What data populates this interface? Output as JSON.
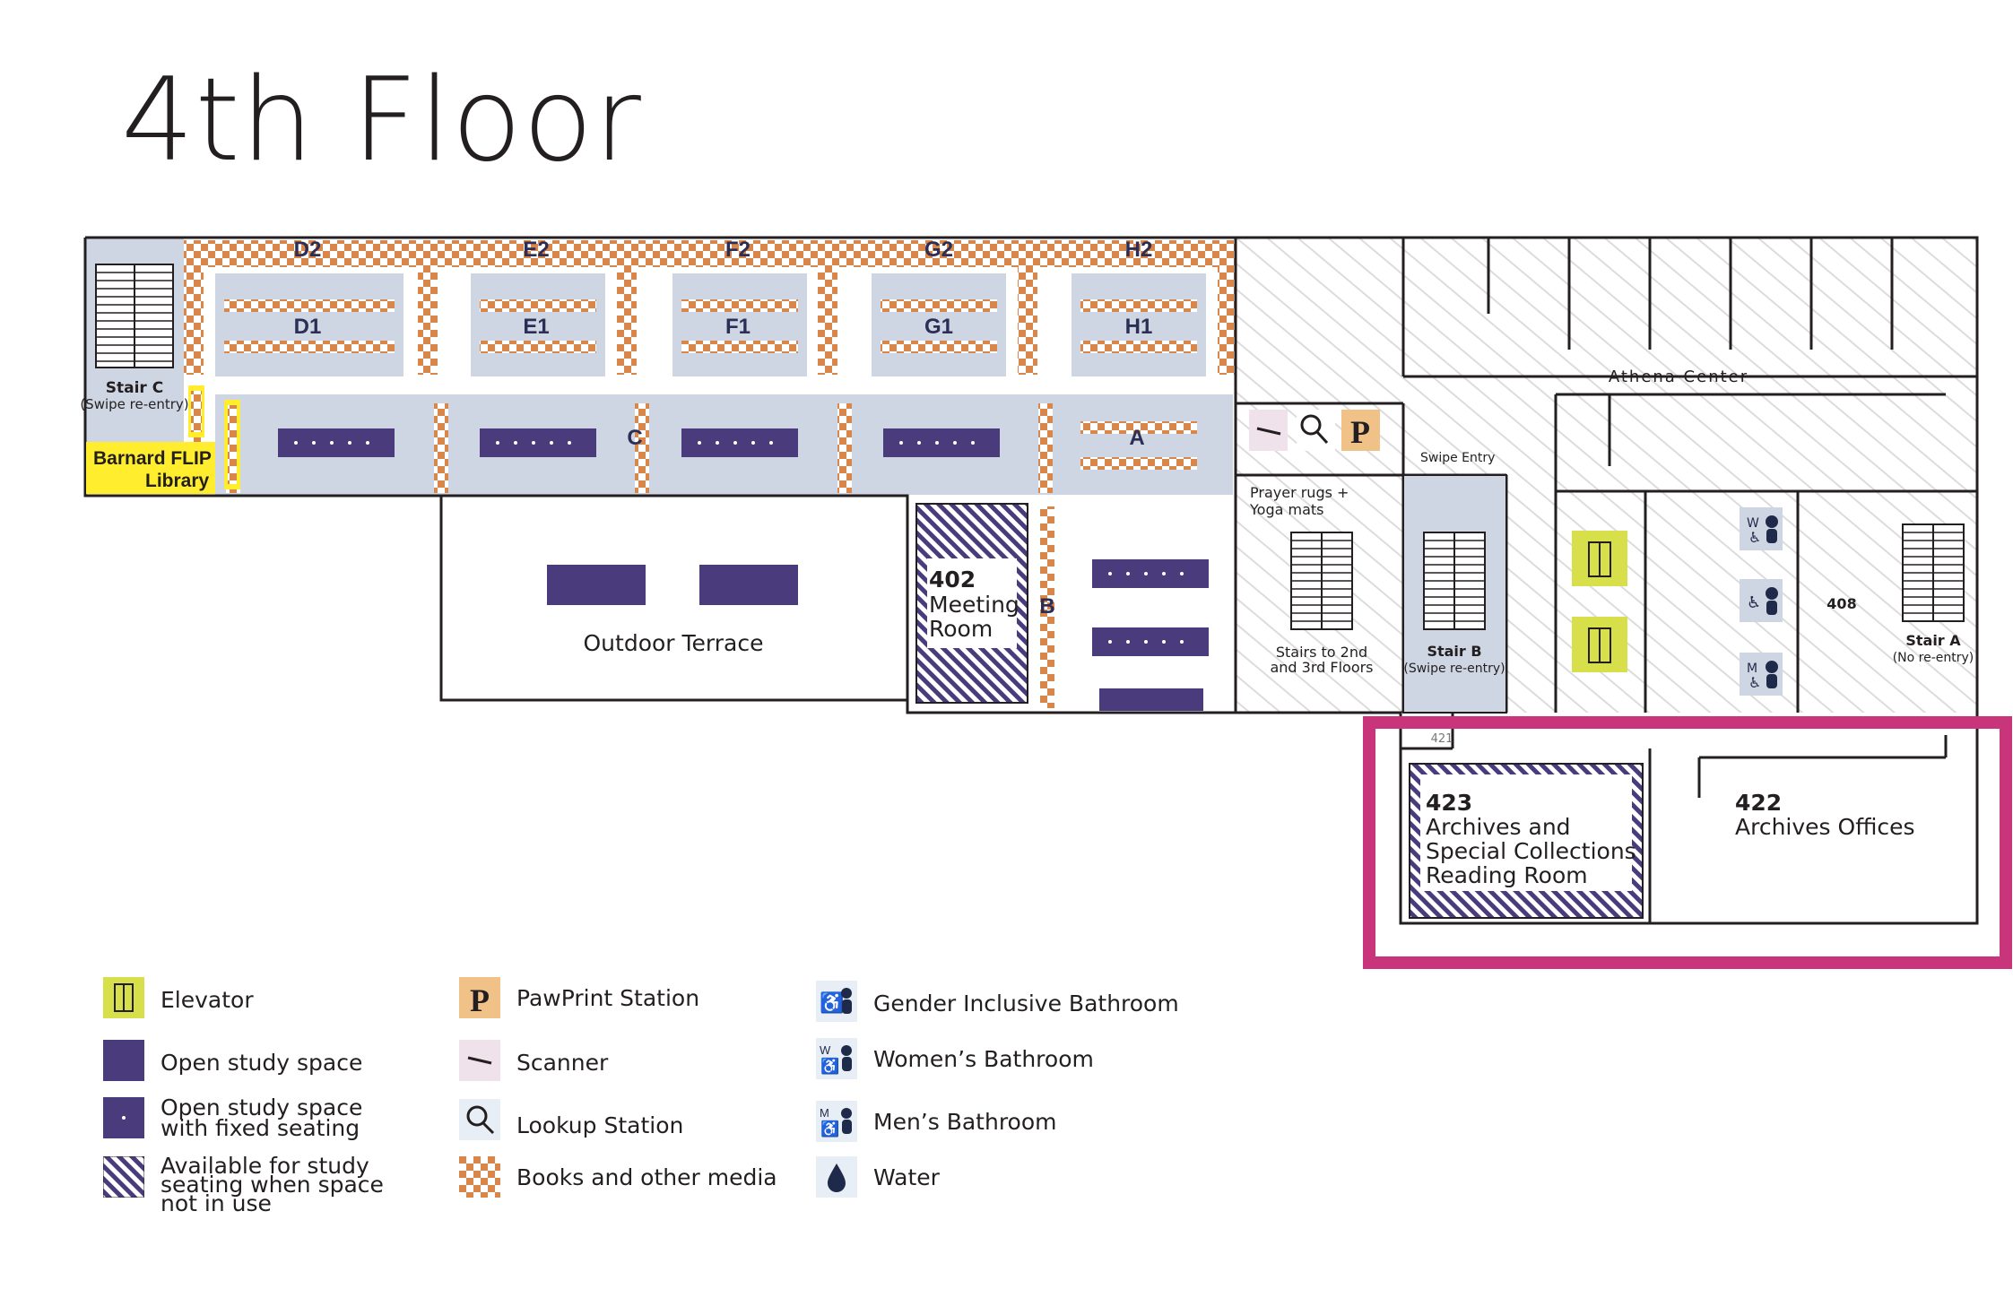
{
  "title": "4th Floor",
  "colors": {
    "study": "#4a3b7c",
    "room_blue": "#cfd6e3",
    "books_orange": "#d9864a",
    "elevator_green": "#d7e04a",
    "flip_yellow": "#ffed2e",
    "highlight": "#c8357a",
    "pawprint": "#f0c287"
  },
  "map": {
    "stacks": [
      "D2",
      "E2",
      "F2",
      "G2",
      "H2",
      "D1",
      "E1",
      "F1",
      "G1",
      "H1",
      "A",
      "B",
      "C"
    ],
    "stair_c": {
      "name": "Stair C",
      "note": "(Swipe re-entry)"
    },
    "stair_b": {
      "name": "Stair B",
      "note": "(Swipe re-entry)"
    },
    "stair_a": {
      "name": "Stair A",
      "note": "(No re-entry)"
    },
    "flip_library_line1": "Barnard FLIP",
    "flip_library_line2": "Library",
    "outdoor_terrace": "Outdoor Terrace",
    "meeting_room": {
      "number": "402",
      "line1": "Meeting",
      "line2": "Room"
    },
    "athena_center": "Athena Center",
    "swipe_entry": "Swipe Entry",
    "prayer_line1": "Prayer rugs +",
    "prayer_line2": "Yoga mats",
    "stairs_2_3_line1": "Stairs to 2nd",
    "stairs_2_3_line2": "and 3rd Floors",
    "room_408": "408",
    "room_423": {
      "number": "423",
      "line1": "Archives and",
      "line2": "Special Collections",
      "line3": "Reading Room"
    },
    "room_422": {
      "number": "422",
      "line1": "Archives Offices"
    },
    "room_421": "421"
  },
  "legend": [
    {
      "icon": "elevator-icon",
      "label": "Elevator"
    },
    {
      "icon": "open-study-icon",
      "label": "Open study space"
    },
    {
      "icon": "fixed-seating-icon",
      "label": "Open study space with fixed seating"
    },
    {
      "icon": "hatched-study-icon",
      "label": "Available for study seating when space not in use"
    },
    {
      "icon": "pawprint-icon",
      "label": "PawPrint Station"
    },
    {
      "icon": "scanner-icon",
      "label": "Scanner"
    },
    {
      "icon": "lookup-icon",
      "label": "Lookup Station"
    },
    {
      "icon": "books-icon",
      "label": "Books and other media"
    },
    {
      "icon": "gender-inclusive-bathroom-icon",
      "label": "Gender Inclusive Bathroom"
    },
    {
      "icon": "womens-bathroom-icon",
      "label": "Women’s Bathroom"
    },
    {
      "icon": "mens-bathroom-icon",
      "label": "Men’s Bathroom"
    },
    {
      "icon": "water-icon",
      "label": "Water"
    }
  ]
}
